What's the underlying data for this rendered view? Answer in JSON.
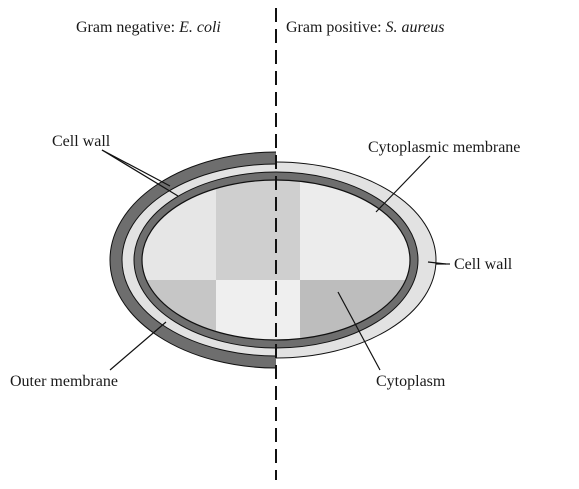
{
  "header": {
    "left_prefix": "Gram negative: ",
    "left_species": "E. coli",
    "right_prefix": "Gram positive: ",
    "right_species": "S. aureus"
  },
  "labels": {
    "cell_wall_left": "Cell wall",
    "outer_membrane": "Outer membrane",
    "cytoplasmic_membrane": "Cytoplasmic membrane",
    "cell_wall_right": "Cell wall",
    "cytoplasm": "Cytoplasm"
  },
  "colors": {
    "dark_band": "#6e6e6e",
    "light_band": "#e2e2e2",
    "cytoplasm_a": "#d9d9d9",
    "cytoplasm_b": "#ececec",
    "cytoplasm_c": "#c9c9c9",
    "cytoplasm_d": "#bfbfbf",
    "outline": "#111111"
  }
}
